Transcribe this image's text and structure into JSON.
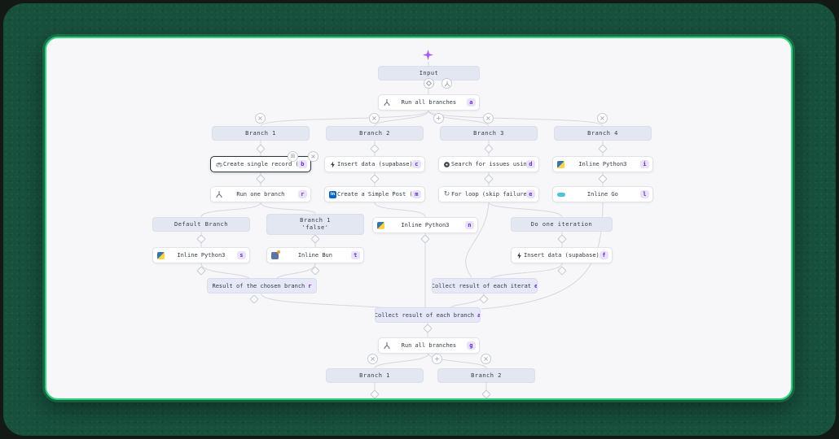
{
  "theme": {
    "outer_bg": "#131a15",
    "panel_bg": "#17513d",
    "card_bg": "#f7f7f9",
    "card_border": "#2ed47e",
    "badge_color": "#6d28d9",
    "edge_color": "#d6d7dc"
  },
  "icons": {
    "close": "×",
    "add": "+",
    "loop": "↻",
    "duplicate": "⊞"
  },
  "nodes": {
    "input": {
      "label": "Input"
    },
    "run_all_top": {
      "label": "Run all branches",
      "badge": "a"
    },
    "branch1": {
      "label": "Branch 1"
    },
    "branch2": {
      "label": "Branch 2"
    },
    "branch3": {
      "label": "Branch 3"
    },
    "branch4": {
      "label": "Branch 4"
    },
    "airtable": {
      "label": "Create single record (airtable)",
      "badge": "b"
    },
    "supabase1": {
      "label": "Insert data (supabase)",
      "badge": "c"
    },
    "jql": {
      "label": "Search for issues using JQL (...",
      "badge": "d"
    },
    "python_b4": {
      "label": "Inline Python3",
      "badge": "i"
    },
    "run_one": {
      "label": "Run one branch",
      "badge": "r"
    },
    "linkedin_post": {
      "label": "Create a Simple Post (User) (...",
      "badge": "m"
    },
    "forloop": {
      "label": "For loop (skip failures)",
      "badge": "e"
    },
    "go": {
      "label": "Inline Go",
      "badge": "l"
    },
    "default_branch": {
      "label": "Default Branch"
    },
    "branch1_false": {
      "label": "Branch 1",
      "sublabel": "'false'"
    },
    "python_center": {
      "label": "Inline Python3",
      "badge": "n"
    },
    "do_one_iteration": {
      "label": "Do one iteration"
    },
    "python_default": {
      "label": "Inline Python3",
      "badge": "s"
    },
    "bun": {
      "label": "Inline Bun",
      "badge": "t"
    },
    "supabase2": {
      "label": "Insert data (supabase)",
      "badge": "f"
    },
    "result_chosen": {
      "label": "Result of the chosen branch",
      "badge": "r"
    },
    "collect_iter": {
      "label": "Collect result of each iterat",
      "badge": "e"
    },
    "collect_branch": {
      "label": "Collect result of each branch",
      "badge": "a"
    },
    "run_all_bottom": {
      "label": "Run all branches",
      "badge": "g"
    },
    "branch1_bottom": {
      "label": "Branch 1"
    },
    "branch2_bottom": {
      "label": "Branch 2"
    }
  }
}
